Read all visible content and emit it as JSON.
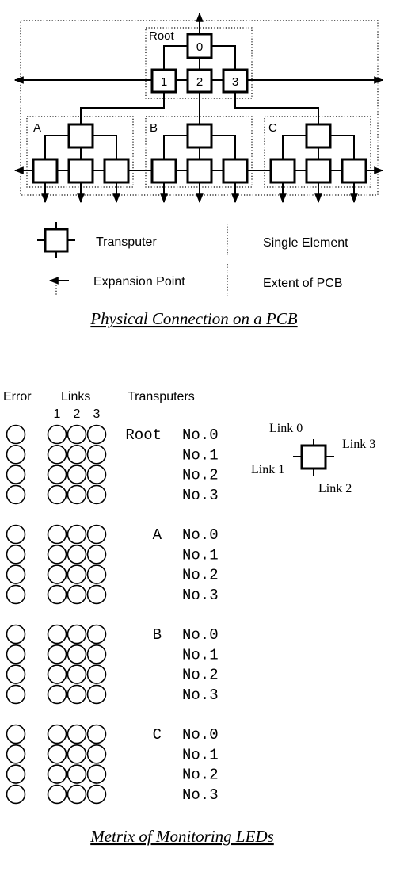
{
  "pcb_diagram": {
    "root_label": "Root",
    "root_node": "0",
    "root_children": [
      "1",
      "2",
      "3"
    ],
    "groups": [
      "A",
      "B",
      "C"
    ]
  },
  "legend": {
    "transputer": "Transputer",
    "expansion_point": "Expansion Point",
    "single_element": "Single Element",
    "extent_of_pcb": "Extent of PCB"
  },
  "caption_top": "Physical Connection on a PCB",
  "led_matrix": {
    "headers": {
      "error": "Error",
      "links": "Links",
      "transputers": "Transputers"
    },
    "link_numbers": [
      "1",
      "2",
      "3"
    ],
    "groups": [
      {
        "name": "Root",
        "rows": [
          "No.0",
          "No.1",
          "No.2",
          "No.3"
        ]
      },
      {
        "name": "A",
        "rows": [
          "No.0",
          "No.1",
          "No.2",
          "No.3"
        ]
      },
      {
        "name": "B",
        "rows": [
          "No.0",
          "No.1",
          "No.2",
          "No.3"
        ]
      },
      {
        "name": "C",
        "rows": [
          "No.0",
          "No.1",
          "No.2",
          "No.3"
        ]
      }
    ]
  },
  "link_legend": {
    "link0": "Link 0",
    "link1": "Link 1",
    "link2": "Link 2",
    "link3": "Link 3"
  },
  "caption_bottom": "Metrix of Monitoring LEDs"
}
